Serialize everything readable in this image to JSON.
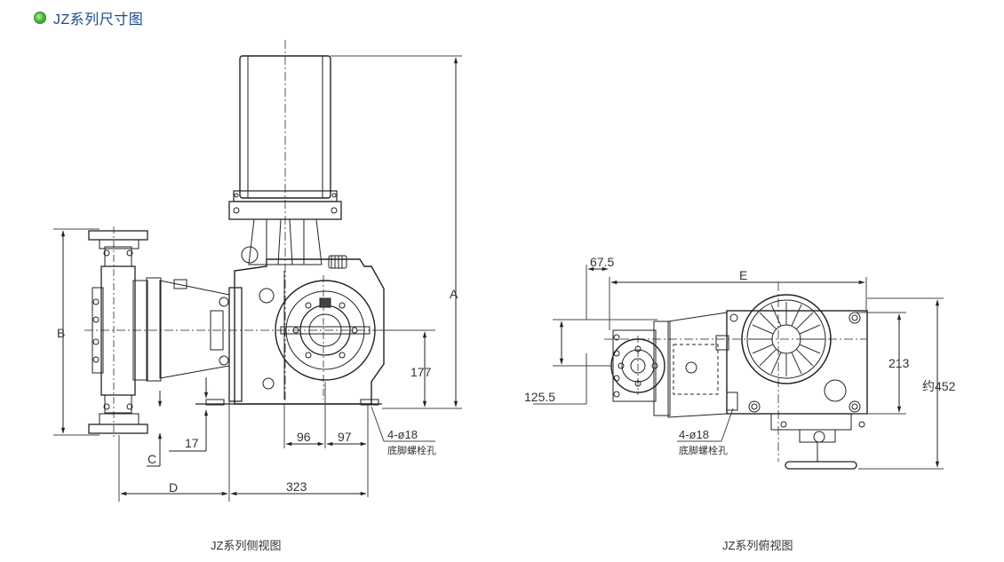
{
  "header": {
    "title": "JZ系列尺寸图"
  },
  "side_view": {
    "caption": "JZ系列侧视图",
    "dims": {
      "A": "A",
      "B": "B",
      "C": "C",
      "D": "D",
      "d177": "177",
      "d17": "17",
      "d96": "96",
      "d97": "97",
      "d323": "323"
    },
    "hole_note": "4-ø18",
    "hole_sub": "底脚螺栓孔"
  },
  "top_view": {
    "caption": "JZ系列俯视图",
    "dims": {
      "d67_5": "67.5",
      "E": "E",
      "d125_5": "125.5",
      "d213": "213",
      "d452": "约452"
    },
    "hole_note": "4-ø18",
    "hole_sub": "底脚螺栓孔"
  }
}
